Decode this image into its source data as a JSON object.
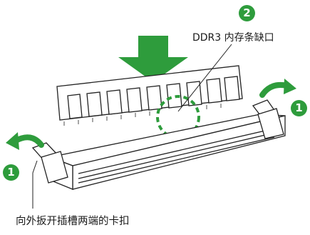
{
  "labels": {
    "notch": "DDR3 内存条缺口",
    "tabs": "向外扳开插槽两端的卡扣"
  },
  "badges": {
    "step_two": "2",
    "step_one_right": "1",
    "step_one_left": "1"
  },
  "colors": {
    "accent_green": "#2e9c3c",
    "outline": "#222222"
  },
  "icons": [
    "down-arrow-icon",
    "curved-arrow-left-icon",
    "curved-arrow-right-icon"
  ]
}
